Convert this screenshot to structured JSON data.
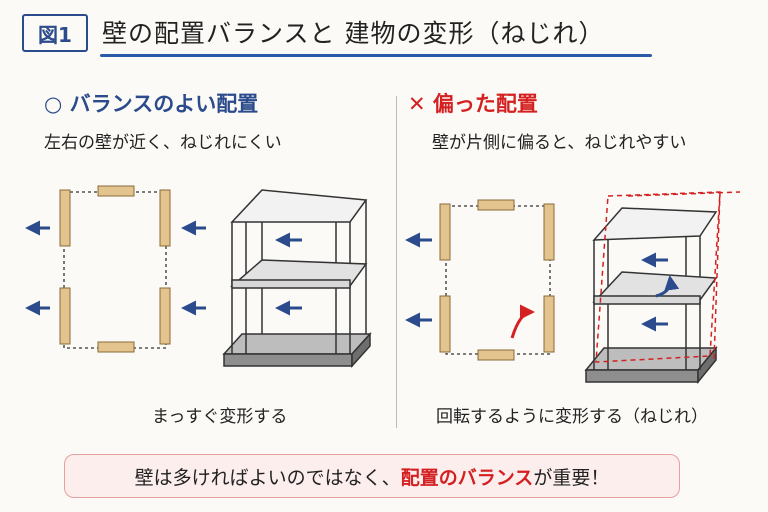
{
  "header": {
    "badge": "図1",
    "title": "壁の配置バランスと 建物の変形（ねじれ）"
  },
  "left": {
    "heading": "○ バランスのよい配置",
    "subtitle": "左右の壁が近く、ねじれにくい",
    "caption": "まっすぐ変形する"
  },
  "right": {
    "heading": "✕ 偏った配置",
    "subtitle": "壁が片側に偏ると、ねじれやすい",
    "caption": "回転するように変形する（ねじれ）"
  },
  "bottom": {
    "prefix": "壁は多ければよいのではなく、",
    "highlight": "配置のバランス",
    "suffix": "が重要！"
  },
  "colors": {
    "blue": "#2b4b8c",
    "red": "#d42020",
    "wood": "#e3c48f"
  },
  "icons": [
    "arrow-left-icon",
    "rotate-arrow-icon"
  ]
}
